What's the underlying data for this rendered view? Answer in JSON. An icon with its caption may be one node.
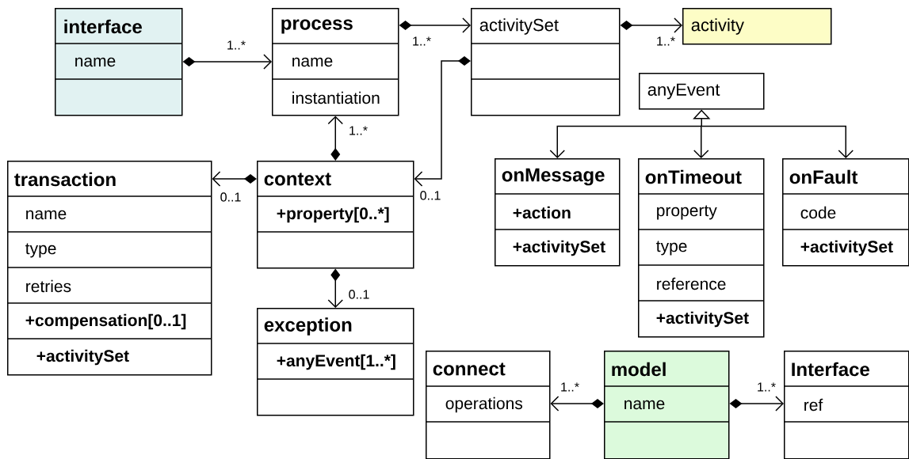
{
  "diagram": {
    "nodes": [
      {
        "text": [
          "interface",
          "name"
        ]
      },
      {
        "text": [
          "process",
          "name",
          "instantiation"
        ]
      },
      {
        "text": [
          "activitySet"
        ]
      },
      {
        "text": [
          "activity"
        ]
      },
      {
        "text": [
          "anyEvent"
        ]
      },
      {
        "text": [
          "transaction",
          "name",
          "type",
          "retries",
          "+compensation[0..1]",
          "+activitySet"
        ]
      },
      {
        "text": [
          "context",
          "+property[0..*]"
        ]
      },
      {
        "text": [
          "onMessage",
          "+action",
          "+activitySet"
        ]
      },
      {
        "text": [
          "onTimeout",
          "property",
          "type",
          "reference",
          "+activitySet"
        ]
      },
      {
        "text": [
          "onFault",
          "code",
          "+activitySet"
        ]
      },
      {
        "text": [
          "exception",
          "+anyEvent[1..*]"
        ]
      },
      {
        "text": [
          "connect",
          "operations"
        ]
      },
      {
        "text": [
          "model",
          "name"
        ]
      },
      {
        "text": [
          "Interface",
          "ref"
        ]
      }
    ],
    "edges": [
      {
        "from": 0,
        "to": 1,
        "arrow": "to",
        "label": "1..*"
      },
      {
        "from": 1,
        "to": 2,
        "arrow": "to",
        "label": "1..*"
      },
      {
        "from": 2,
        "to": 3,
        "arrow": "to",
        "label": "1..*"
      },
      {
        "from": 6,
        "to": 1,
        "arrow": "to",
        "label": "1..*"
      },
      {
        "from": 2,
        "to": 6,
        "arrow": "to",
        "label": "0..1"
      },
      {
        "from": 6,
        "to": 5,
        "arrow": "to",
        "label": "0..1"
      },
      {
        "from": 6,
        "to": 10,
        "arrow": "to",
        "label": "0..1"
      },
      {
        "from": 4,
        "to": 7,
        "arrow": "both"
      },
      {
        "from": 4,
        "to": 8,
        "arrow": "both"
      },
      {
        "from": 4,
        "to": 9,
        "arrow": "both"
      },
      {
        "from": 12,
        "to": 11,
        "arrow": "to",
        "label": "1..*"
      },
      {
        "from": 12,
        "to": 13,
        "arrow": "to",
        "label": "1..*"
      }
    ]
  }
}
